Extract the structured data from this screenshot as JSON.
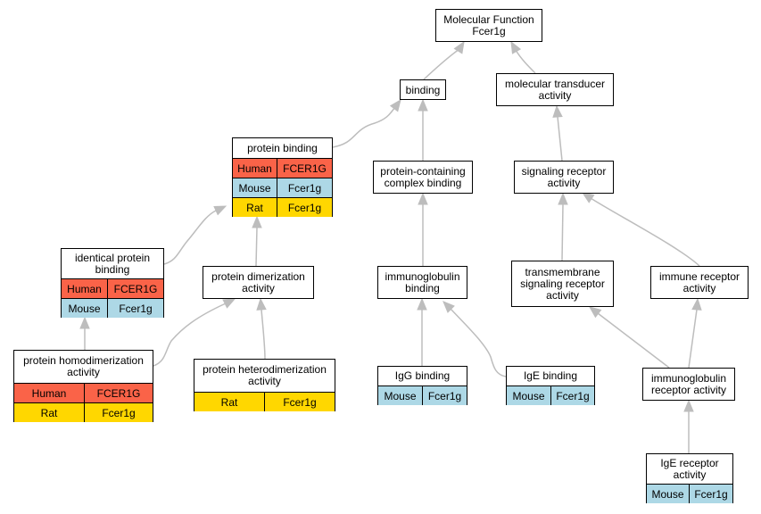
{
  "colors": {
    "human": "#fa6348",
    "mouse": "#add8e6",
    "rat": "#ffd700",
    "edge": "#bdbdbd"
  },
  "nodes": {
    "molecular_function": {
      "title": "Molecular Function\nFcer1g"
    },
    "binding": {
      "title": "binding"
    },
    "molecular_transducer": {
      "title": "molecular transducer\nactivity"
    },
    "protein_binding": {
      "title": "protein binding",
      "rows": [
        {
          "species": "Human",
          "gene": "FCER1G"
        },
        {
          "species": "Mouse",
          "gene": "Fcer1g"
        },
        {
          "species": "Rat",
          "gene": "Fcer1g"
        }
      ]
    },
    "protein_containing_complex_binding": {
      "title": "protein-containing\ncomplex binding"
    },
    "signaling_receptor_activity": {
      "title": "signaling receptor\nactivity"
    },
    "identical_protein_binding": {
      "title": "identical protein\nbinding",
      "rows": [
        {
          "species": "Human",
          "gene": "FCER1G"
        },
        {
          "species": "Mouse",
          "gene": "Fcer1g"
        }
      ]
    },
    "protein_dimerization_activity": {
      "title": "protein dimerization\nactivity"
    },
    "immunoglobulin_binding": {
      "title": "immunoglobulin\nbinding"
    },
    "transmembrane_signaling_receptor_activity": {
      "title": "transmembrane\nsignaling receptor\nactivity"
    },
    "immune_receptor_activity": {
      "title": "immune receptor\nactivity"
    },
    "protein_homodimerization_activity": {
      "title": "protein homodimerization\nactivity",
      "rows": [
        {
          "species": "Human",
          "gene": "FCER1G"
        },
        {
          "species": "Rat",
          "gene": "Fcer1g"
        }
      ]
    },
    "protein_heterodimerization_activity": {
      "title": "protein heterodimerization\nactivity",
      "rows": [
        {
          "species": "Rat",
          "gene": "Fcer1g"
        }
      ]
    },
    "igg_binding": {
      "title": "IgG binding",
      "rows": [
        {
          "species": "Mouse",
          "gene": "Fcer1g"
        }
      ]
    },
    "ige_binding": {
      "title": "IgE binding",
      "rows": [
        {
          "species": "Mouse",
          "gene": "Fcer1g"
        }
      ]
    },
    "immunoglobulin_receptor_activity": {
      "title": "immunoglobulin\nreceptor activity"
    },
    "ige_receptor_activity": {
      "title": "IgE receptor\nactivity",
      "rows": [
        {
          "species": "Mouse",
          "gene": "Fcer1g"
        }
      ]
    }
  },
  "edges": [
    {
      "from": "binding",
      "to": "molecular_function"
    },
    {
      "from": "molecular_transducer",
      "to": "molecular_function"
    },
    {
      "from": "protein_binding",
      "to": "binding"
    },
    {
      "from": "protein_containing_complex_binding",
      "to": "binding"
    },
    {
      "from": "signaling_receptor_activity",
      "to": "molecular_transducer"
    },
    {
      "from": "identical_protein_binding",
      "to": "protein_binding"
    },
    {
      "from": "protein_dimerization_activity",
      "to": "protein_binding"
    },
    {
      "from": "immunoglobulin_binding",
      "to": "protein_containing_complex_binding"
    },
    {
      "from": "transmembrane_signaling_receptor_activity",
      "to": "signaling_receptor_activity"
    },
    {
      "from": "immune_receptor_activity",
      "to": "signaling_receptor_activity"
    },
    {
      "from": "protein_homodimerization_activity",
      "to": "identical_protein_binding"
    },
    {
      "from": "protein_homodimerization_activity",
      "to": "protein_dimerization_activity"
    },
    {
      "from": "protein_heterodimerization_activity",
      "to": "protein_dimerization_activity"
    },
    {
      "from": "igg_binding",
      "to": "immunoglobulin_binding"
    },
    {
      "from": "ige_binding",
      "to": "immunoglobulin_binding"
    },
    {
      "from": "immunoglobulin_receptor_activity",
      "to": "transmembrane_signaling_receptor_activity"
    },
    {
      "from": "immunoglobulin_receptor_activity",
      "to": "immune_receptor_activity"
    },
    {
      "from": "ige_receptor_activity",
      "to": "immunoglobulin_receptor_activity"
    }
  ]
}
